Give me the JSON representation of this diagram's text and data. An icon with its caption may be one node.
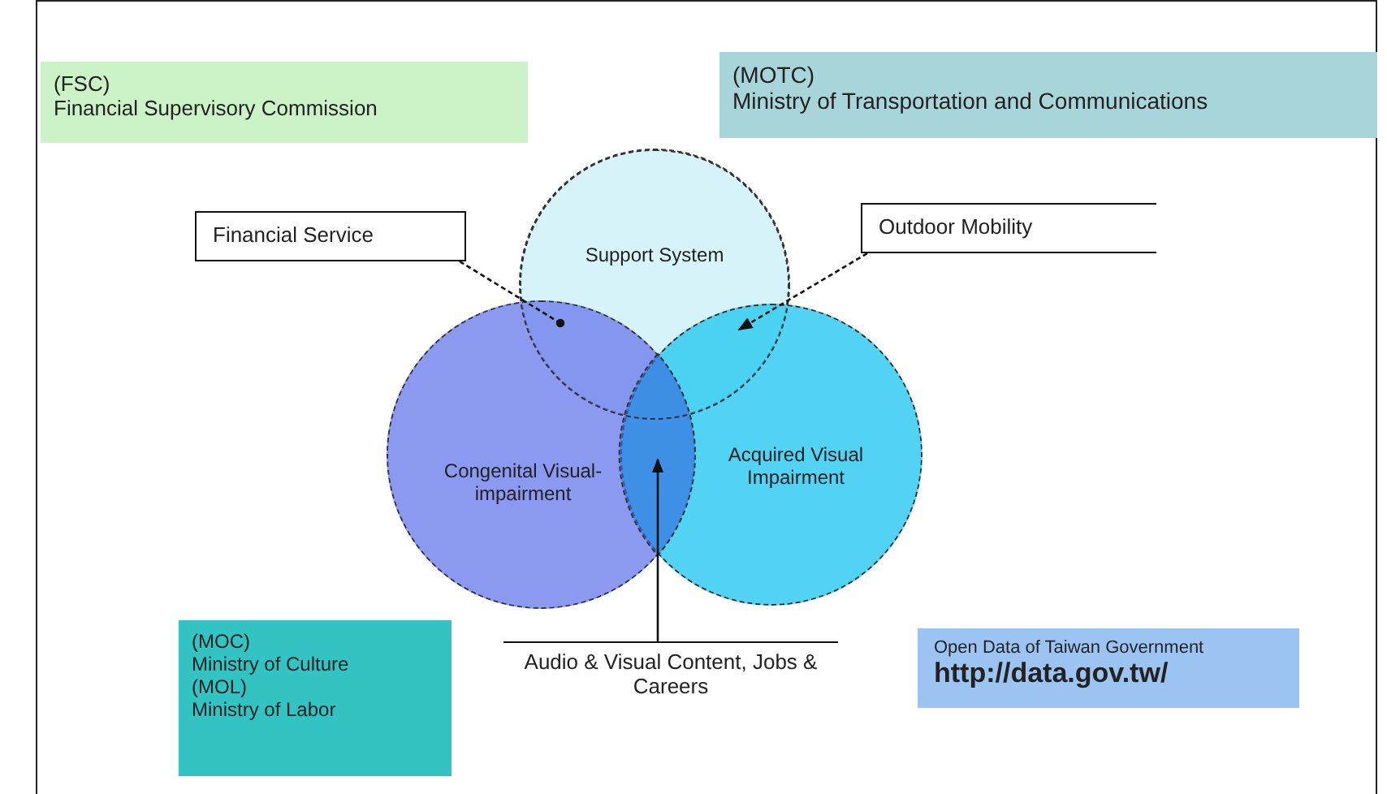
{
  "diagram": {
    "nodes": [
      {
        "text": [
          "(FSC)",
          "Financial Supervisory Commission"
        ]
      },
      {
        "text": [
          "(MOTC)",
          "Ministry of Transportation and Communications"
        ]
      },
      {
        "text": [
          "Financial Service"
        ]
      },
      {
        "text": [
          "Support System"
        ]
      },
      {
        "text": [
          "Outdoor Mobility"
        ]
      },
      {
        "text": [
          "Congenital Visual-impairment"
        ]
      },
      {
        "text": [
          "Acquired Visual Impairment"
        ]
      },
      {
        "text": [
          "Audio & Visual Content, Jobs & Careers"
        ]
      },
      {
        "text": [
          "(MOC)",
          "Ministry of Culture",
          "(MOL)",
          "Ministry of Labor"
        ]
      },
      {
        "text": [
          "Open Data of Taiwan Government",
          "http://data.gov.tw/"
        ]
      },
      {
        "text": [],
        "shape": "lens"
      }
    ],
    "edges": [
      {
        "from": 2,
        "to": 3,
        "arrow": "other",
        "style": "dashed"
      },
      {
        "from": 4,
        "to": 3,
        "arrow": "to",
        "style": "dashed"
      },
      {
        "from": 7,
        "to": 10,
        "arrow": "to"
      }
    ]
  }
}
